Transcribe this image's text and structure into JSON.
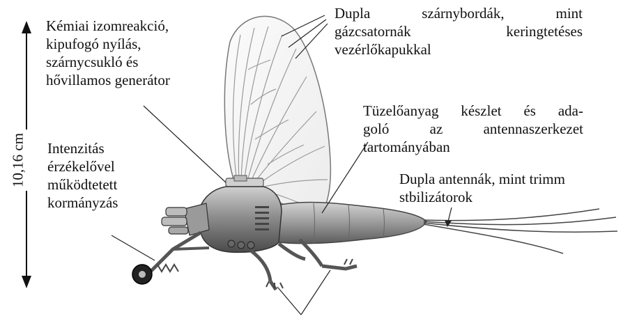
{
  "labels": {
    "chemical": [
      "Kémiai izomreakció,",
      "kipufogó nyílás,",
      "szárnycsukló és",
      "hővillamos generátor"
    ],
    "wing_ribs": [
      "Dupla szárnybordák, mint",
      "gázcsatornák keringtetéses",
      "vezérlőkapukkal"
    ],
    "fuel": [
      "Tüzelőanyag készlet és ada-",
      "goló az antennaszerkezet",
      "tartományában"
    ],
    "antennae": [
      "Dupla antennák, mint trimm",
      "stbilizátorok"
    ],
    "intensity": [
      "Intenzitás",
      "érzékelővel",
      "működtetett",
      "kormányzás"
    ],
    "height": "10,16 cm"
  },
  "colors": {
    "text": "#111111",
    "line": "#222222",
    "body": "#8a8a8a",
    "wing": "#f4f4f4"
  }
}
